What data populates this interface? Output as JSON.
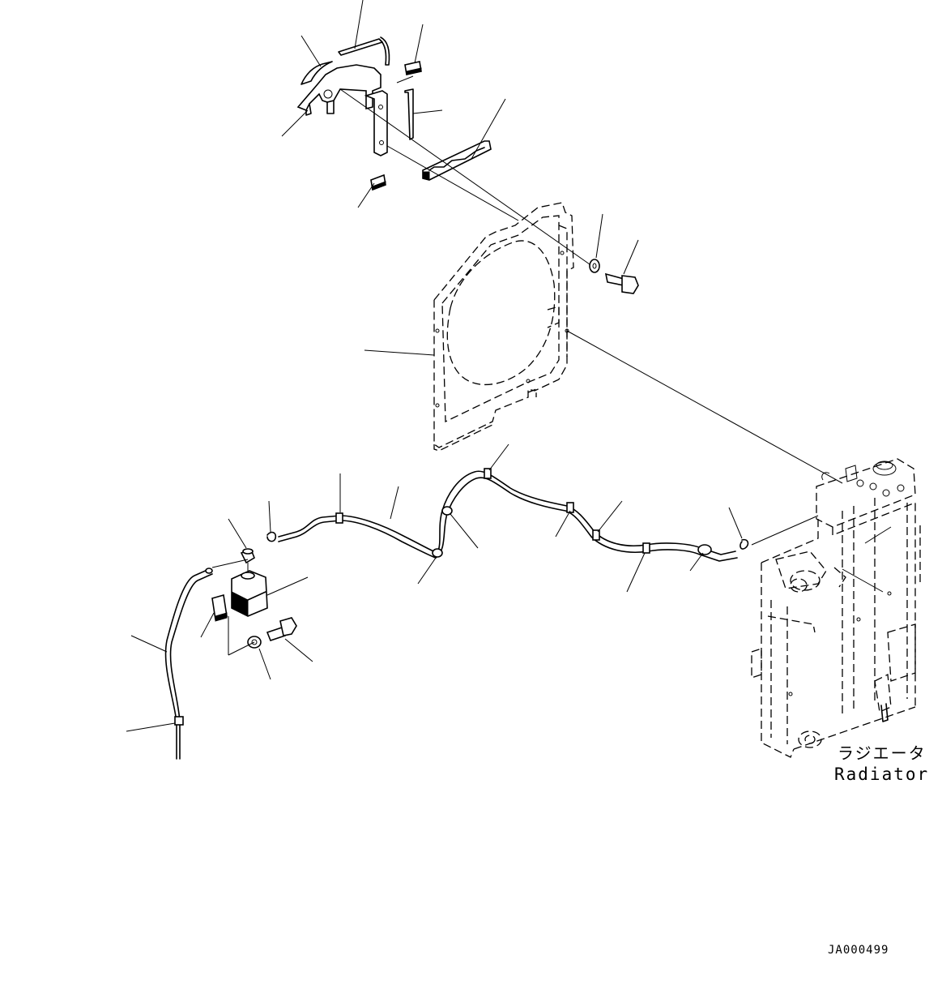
{
  "diagram": {
    "callouts": {
      "radiator_jp": "ラジエータ",
      "radiator_en": "Radiator"
    },
    "drawing_code": "JA000499"
  }
}
